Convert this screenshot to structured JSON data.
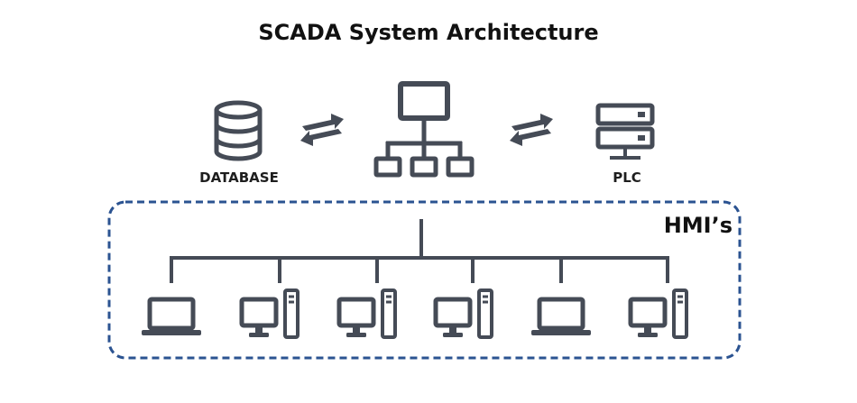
{
  "title": "SCADA System Architecture",
  "nodes": {
    "database": {
      "label": "DATABASE",
      "icon": "database-icon"
    },
    "server": {
      "label": "",
      "icon": "network-hierarchy-icon"
    },
    "plc": {
      "label": "PLC",
      "icon": "server-rack-icon"
    }
  },
  "hmi_group": {
    "label": "HMI’s",
    "devices": [
      {
        "icon": "laptop-icon"
      },
      {
        "icon": "desktop-computer-icon"
      },
      {
        "icon": "desktop-computer-icon"
      },
      {
        "icon": "desktop-computer-icon"
      },
      {
        "icon": "laptop-icon"
      },
      {
        "icon": "desktop-computer-icon"
      }
    ]
  },
  "colors": {
    "icon": "#454b56",
    "boundary": "#2b5391",
    "text": "#1e1e1e"
  }
}
